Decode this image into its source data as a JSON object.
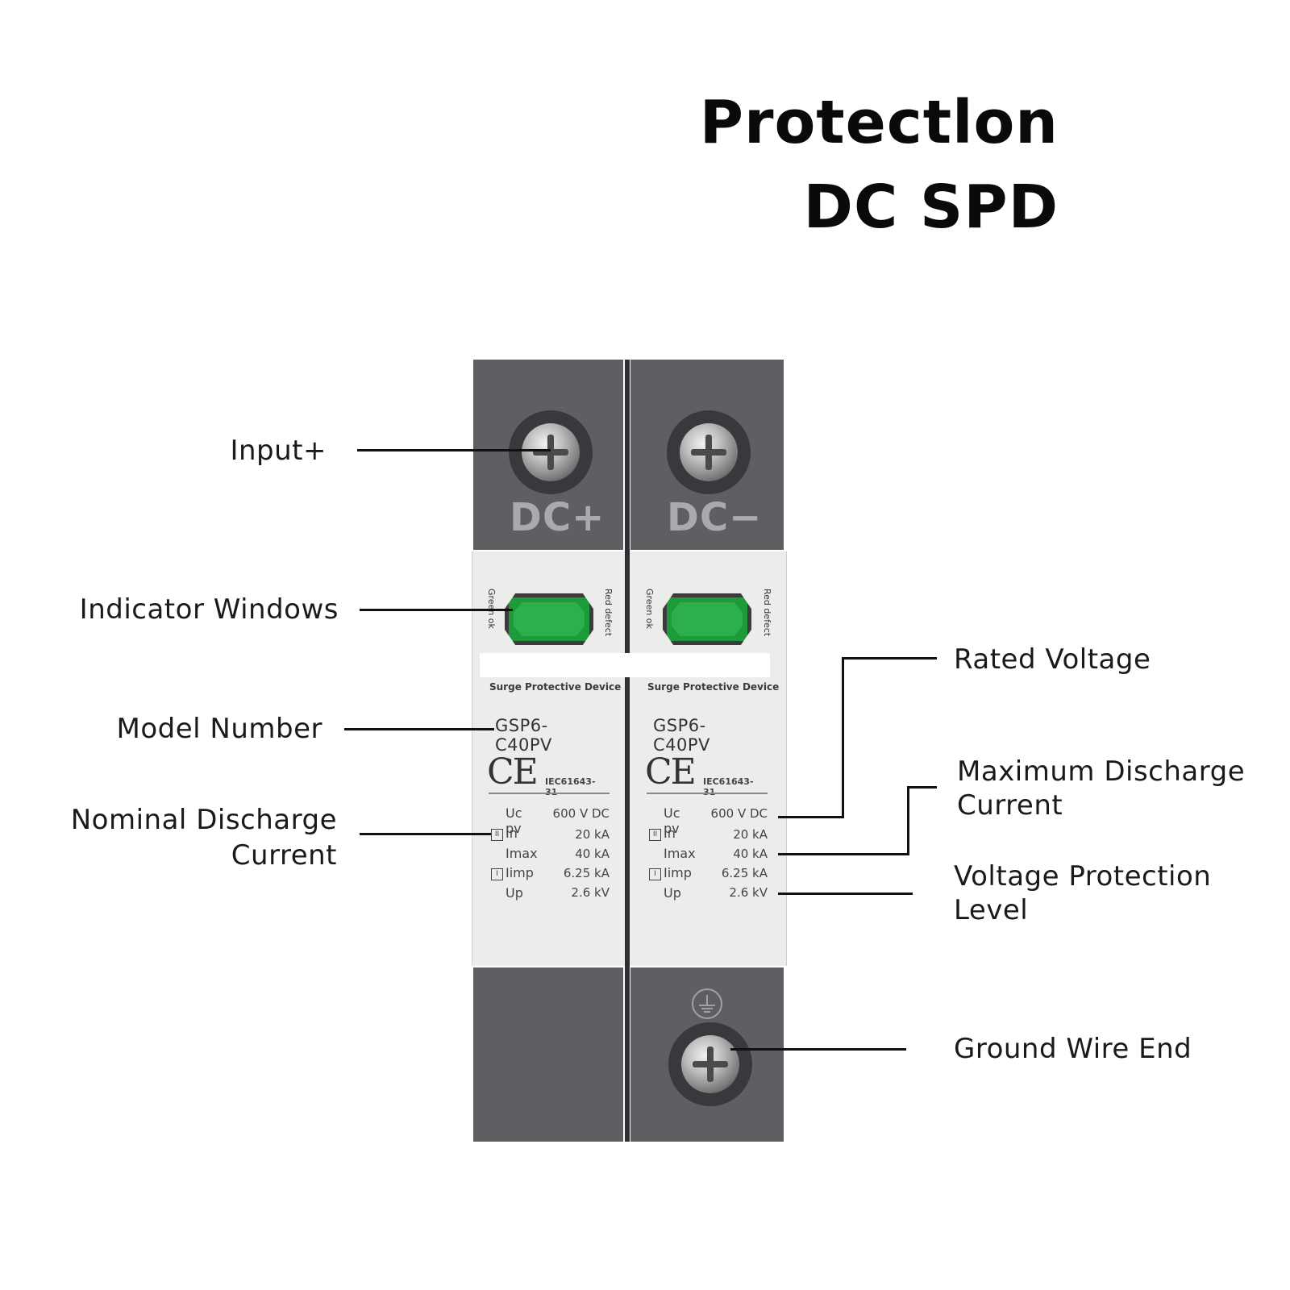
{
  "title": {
    "line1": "Protectlon",
    "line2": "DC SPD"
  },
  "callouts": {
    "input_plus": "Input+",
    "indicator_windows": "Indicator Windows",
    "model_number": "Model Number",
    "nominal_discharge_l1": "Nominal Discharge",
    "nominal_discharge_l2": "Current",
    "rated_voltage": "Rated Voltage",
    "max_discharge_l1": "Maximum Discharge",
    "max_discharge_l2": "Current",
    "voltage_protection_l1": "Voltage Protection",
    "voltage_protection_l2": "Level",
    "ground_wire_end": "Ground Wire End"
  },
  "device": {
    "colors": {
      "housing": "#5e5f63",
      "label": "#ececea",
      "indicator": "#2cb04c"
    },
    "modules": [
      {
        "terminal": "DC+",
        "side_left": "Green ok",
        "side_right": "Red defect",
        "product": "Surge Protective Device",
        "model": "GSP6-C40PV",
        "mark": "CE",
        "standard": "IEC61643-31",
        "specs": [
          {
            "key": "Uc pv",
            "value": "600 V DC"
          },
          {
            "key": "In",
            "value": "20 kA"
          },
          {
            "key": "Imax",
            "value": "40 kA"
          },
          {
            "key": "Iimp",
            "value": "6.25 kA"
          },
          {
            "key": "Up",
            "value": "2.6 kV"
          }
        ]
      },
      {
        "terminal": "DC−",
        "side_left": "Green ok",
        "side_right": "Red defect",
        "product": "Surge Protective Device",
        "model": "GSP6-C40PV",
        "mark": "CE",
        "standard": "IEC61643-31",
        "specs": [
          {
            "key": "Uc pv",
            "value": "600 V DC"
          },
          {
            "key": "In",
            "value": "20 kA"
          },
          {
            "key": "Imax",
            "value": "40 kA"
          },
          {
            "key": "Iimp",
            "value": "6.25 kA"
          },
          {
            "key": "Up",
            "value": "2.6 kV"
          }
        ]
      }
    ]
  }
}
